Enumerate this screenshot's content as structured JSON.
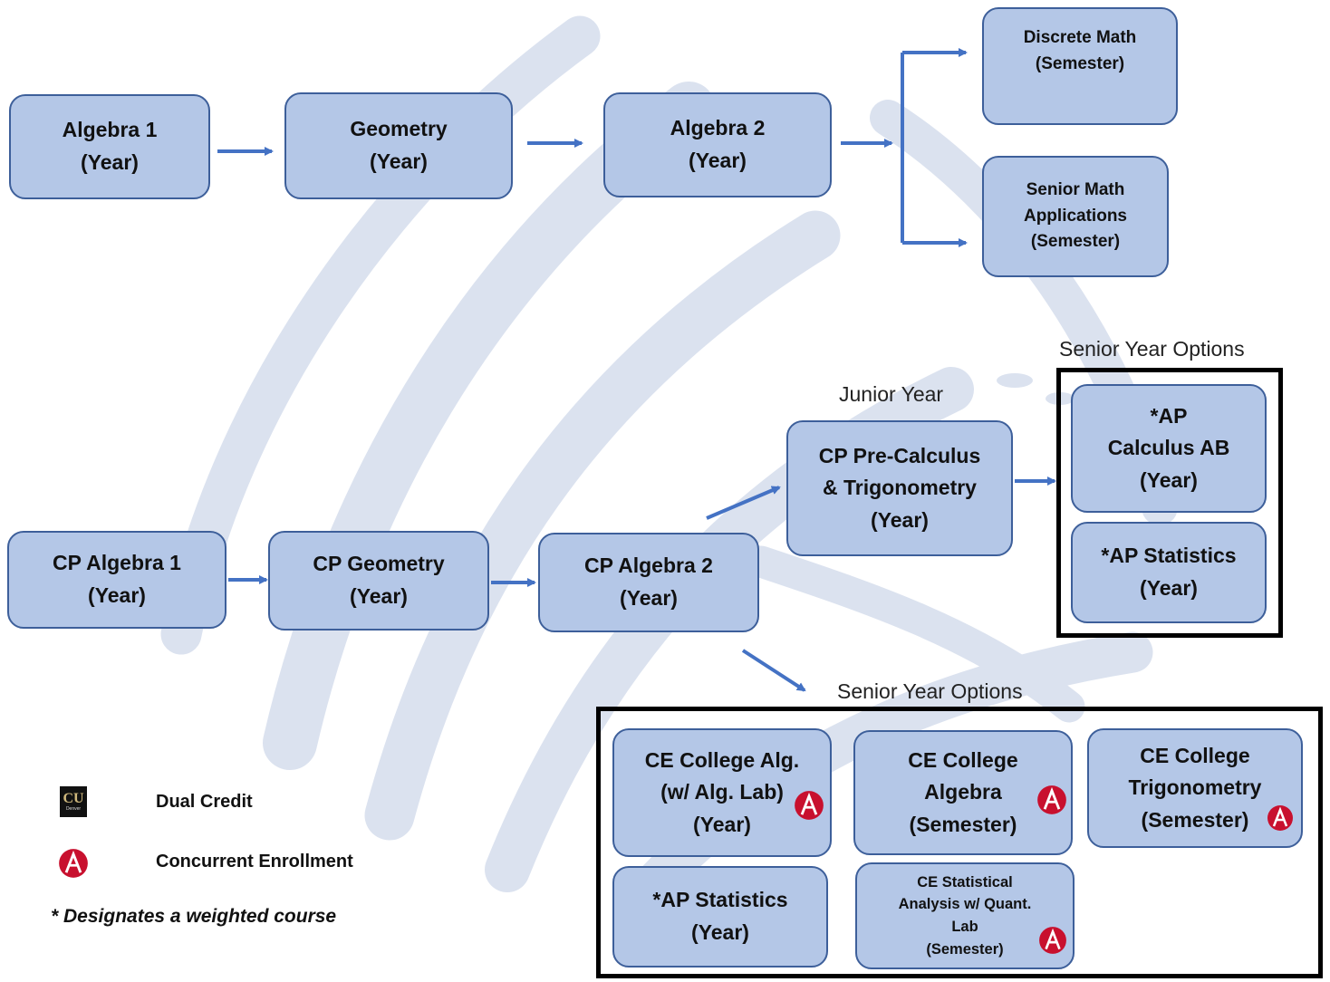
{
  "regular_track": {
    "algebra1": [
      "Algebra 1",
      "(Year)"
    ],
    "geometry": [
      "Geometry",
      "(Year)"
    ],
    "algebra2": [
      "Algebra 2",
      "(Year)"
    ],
    "discrete_math": [
      "Discrete Math",
      "(Semester)"
    ],
    "senior_math_apps": [
      "Senior Math",
      "Applications",
      "(Semester)"
    ]
  },
  "cp_track": {
    "cp_algebra1": [
      "CP Algebra 1",
      "(Year)"
    ],
    "cp_geometry": [
      "CP Geometry",
      "(Year)"
    ],
    "cp_algebra2": [
      "CP Algebra 2",
      "(Year)"
    ],
    "junior_year_label": "Junior Year",
    "precalc": [
      "CP Pre-Calculus",
      "& Trigonometry",
      "(Year)"
    ],
    "senior_options_label_top": "Senior Year Options",
    "ap_calc": [
      "*AP",
      "Calculus AB",
      "(Year)"
    ],
    "ap_stats_top": [
      "*AP Statistics",
      "(Year)"
    ],
    "senior_options_label_bottom": "Senior Year Options",
    "ce_college_alg_lab": [
      "CE College Alg.",
      "(w/ Alg. Lab)",
      "(Year)"
    ],
    "ce_college_algebra": [
      "CE College",
      "Algebra",
      "(Semester)"
    ],
    "ce_college_trig": [
      "CE College",
      "Trigonometry",
      "(Semester)"
    ],
    "ap_stats_bottom": [
      "*AP Statistics",
      "(Year)"
    ],
    "ce_stat_analysis": [
      "CE Statistical",
      "Analysis w/ Quant.",
      "Lab",
      "(Semester)"
    ]
  },
  "legend": {
    "dual_credit": "Dual Credit",
    "concurrent_enrollment": "Concurrent Enrollment",
    "weighted_note": "* Designates a weighted course"
  },
  "colors": {
    "box_fill": "#b4c7e7",
    "box_border": "#3d5f9a",
    "arrow": "#4472c4",
    "ce_logo": "#c8102e",
    "cu_gold": "#cfb87c"
  },
  "icons": {
    "dual_credit": "cu-denver-logo",
    "concurrent_enrollment": "ccd-logo-icon"
  }
}
